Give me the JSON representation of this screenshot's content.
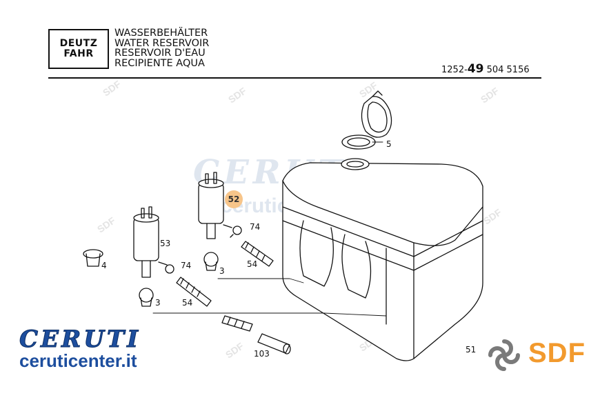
{
  "header": {
    "brand_line1": "DEUTZ",
    "brand_line2": "FAHR",
    "title_de": "WASSERBEHÄLTER",
    "title_en": "WATER RESERVOIR",
    "title_fr": "RESERVOIR D'EAU",
    "title_es": "RECIPIENTE AQUA",
    "code_prefix": "1252-",
    "code_bold": "49",
    "code_suffix": "504 5156"
  },
  "callouts": {
    "c5": "5",
    "c52": "52",
    "c74a": "74",
    "c54a": "54",
    "c3a": "3",
    "c53": "53",
    "c4": "4",
    "c74b": "74",
    "c54b": "54",
    "c3b": "3",
    "c103": "103",
    "c51": "51"
  },
  "watermark": {
    "big": "CERUTI",
    "url": "ceruticenter.it",
    "sdf": "SDF"
  },
  "footer": {
    "brand": "CERUTI",
    "url": "ceruticenter.it",
    "sdf": "SDF"
  },
  "colors": {
    "brand_blue": "#1d4e9e",
    "sdf_orange": "#f29a2e",
    "sdf_grey": "#7a7a7a",
    "badge": "#f7c58a"
  }
}
